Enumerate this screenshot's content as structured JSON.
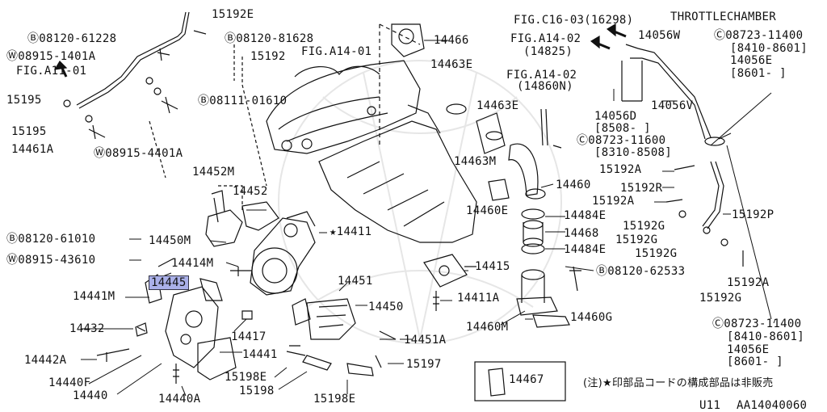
{
  "labels": {
    "p15192E": "15192E",
    "p08120_61228": "Ⓑ08120-61228",
    "p08120_81628": "Ⓑ08120-81628",
    "p14466": "14466",
    "p08915_1401A": "Ⓦ08915-1401A",
    "p15192": "15192",
    "fig_a14_01": "FIG.A14-01",
    "fig_a11_01": "FIG.A11-01",
    "p15195_a": "15195",
    "p08111_01610": "Ⓑ08111-01610",
    "p15195_b": "15195",
    "p14461A": "14461A",
    "p08915_4401A": "Ⓦ08915-4401A",
    "p14463E_a": "14463E",
    "p14463E_b": "14463E",
    "p14463M": "14463M",
    "fig_c16_03": "FIG.C16-03(16298)",
    "fig_a14_02a": "FIG.A14-02",
    "fig_a14_02a_sub": "(14825)",
    "fig_a14_02b": "FIG.A14-02",
    "fig_a14_02b_sub": "(14860N)",
    "throttle": "THROTTLECHAMBER",
    "p14056W": "14056W",
    "p08723_11400a": "Ⓒ08723-11400",
    "p8410_8601a": "[8410-8601]",
    "p14056E_a": "14056E",
    "p8601a": "[8601-    ]",
    "p14056D": "14056D",
    "p8508": "[8508-    ]",
    "p14056V": "14056V",
    "p08723_11600": "Ⓒ08723-11600",
    "p8310_8508": "[8310-8508]",
    "p14452M": "14452M",
    "p14452": "14452",
    "p14460": "14460",
    "p15192A_a": "15192A",
    "p15192R": "15192R",
    "p15192A_b": "15192A",
    "p14460E": "14460E",
    "p14484E_a": "14484E",
    "p15192G_a": "15192G",
    "p15192P": "15192P",
    "p08120_61010": "Ⓑ08120-61010",
    "p14450M": "14450M",
    "p14411": "★14411",
    "p14468": "14468",
    "p15192G_b": "15192G",
    "p14484E_b": "14484E",
    "p15192G_c": "15192G",
    "p08915_43610": "Ⓦ08915-43610",
    "p14414M": "14414M",
    "p14415": "14415",
    "p08120_62533": "Ⓑ08120-62533",
    "p14445": "14445",
    "p14451_a": "14451",
    "p15192A_c": "15192A",
    "p14441M": "14441M",
    "p14411A": "14411A",
    "p15192G_d": "15192G",
    "p14432": "14432",
    "p14450": "14450",
    "p14460M": "14460M",
    "p14460G": "14460G",
    "p14417": "14417",
    "p14451A": "14451A",
    "p08723_11400b": "Ⓒ08723-11400",
    "p8410_8601b": "[8410-8601]",
    "p14056E_b": "14056E",
    "p8601b": "[8601-    ]",
    "p14442A": "14442A",
    "p14441": "14441",
    "p15197": "15197",
    "p14440F": "14440F",
    "p15198E_a": "15198E",
    "p14467": "14467",
    "p14440": "14440",
    "p15198": "15198",
    "p14440A": "14440A",
    "p15198E_b": "15198E",
    "note": "(注)★印部品コードの構成部品は非販売",
    "footer_left": "U11",
    "footer_right": "AA14040060"
  },
  "highlight_color": "#aab0e8"
}
